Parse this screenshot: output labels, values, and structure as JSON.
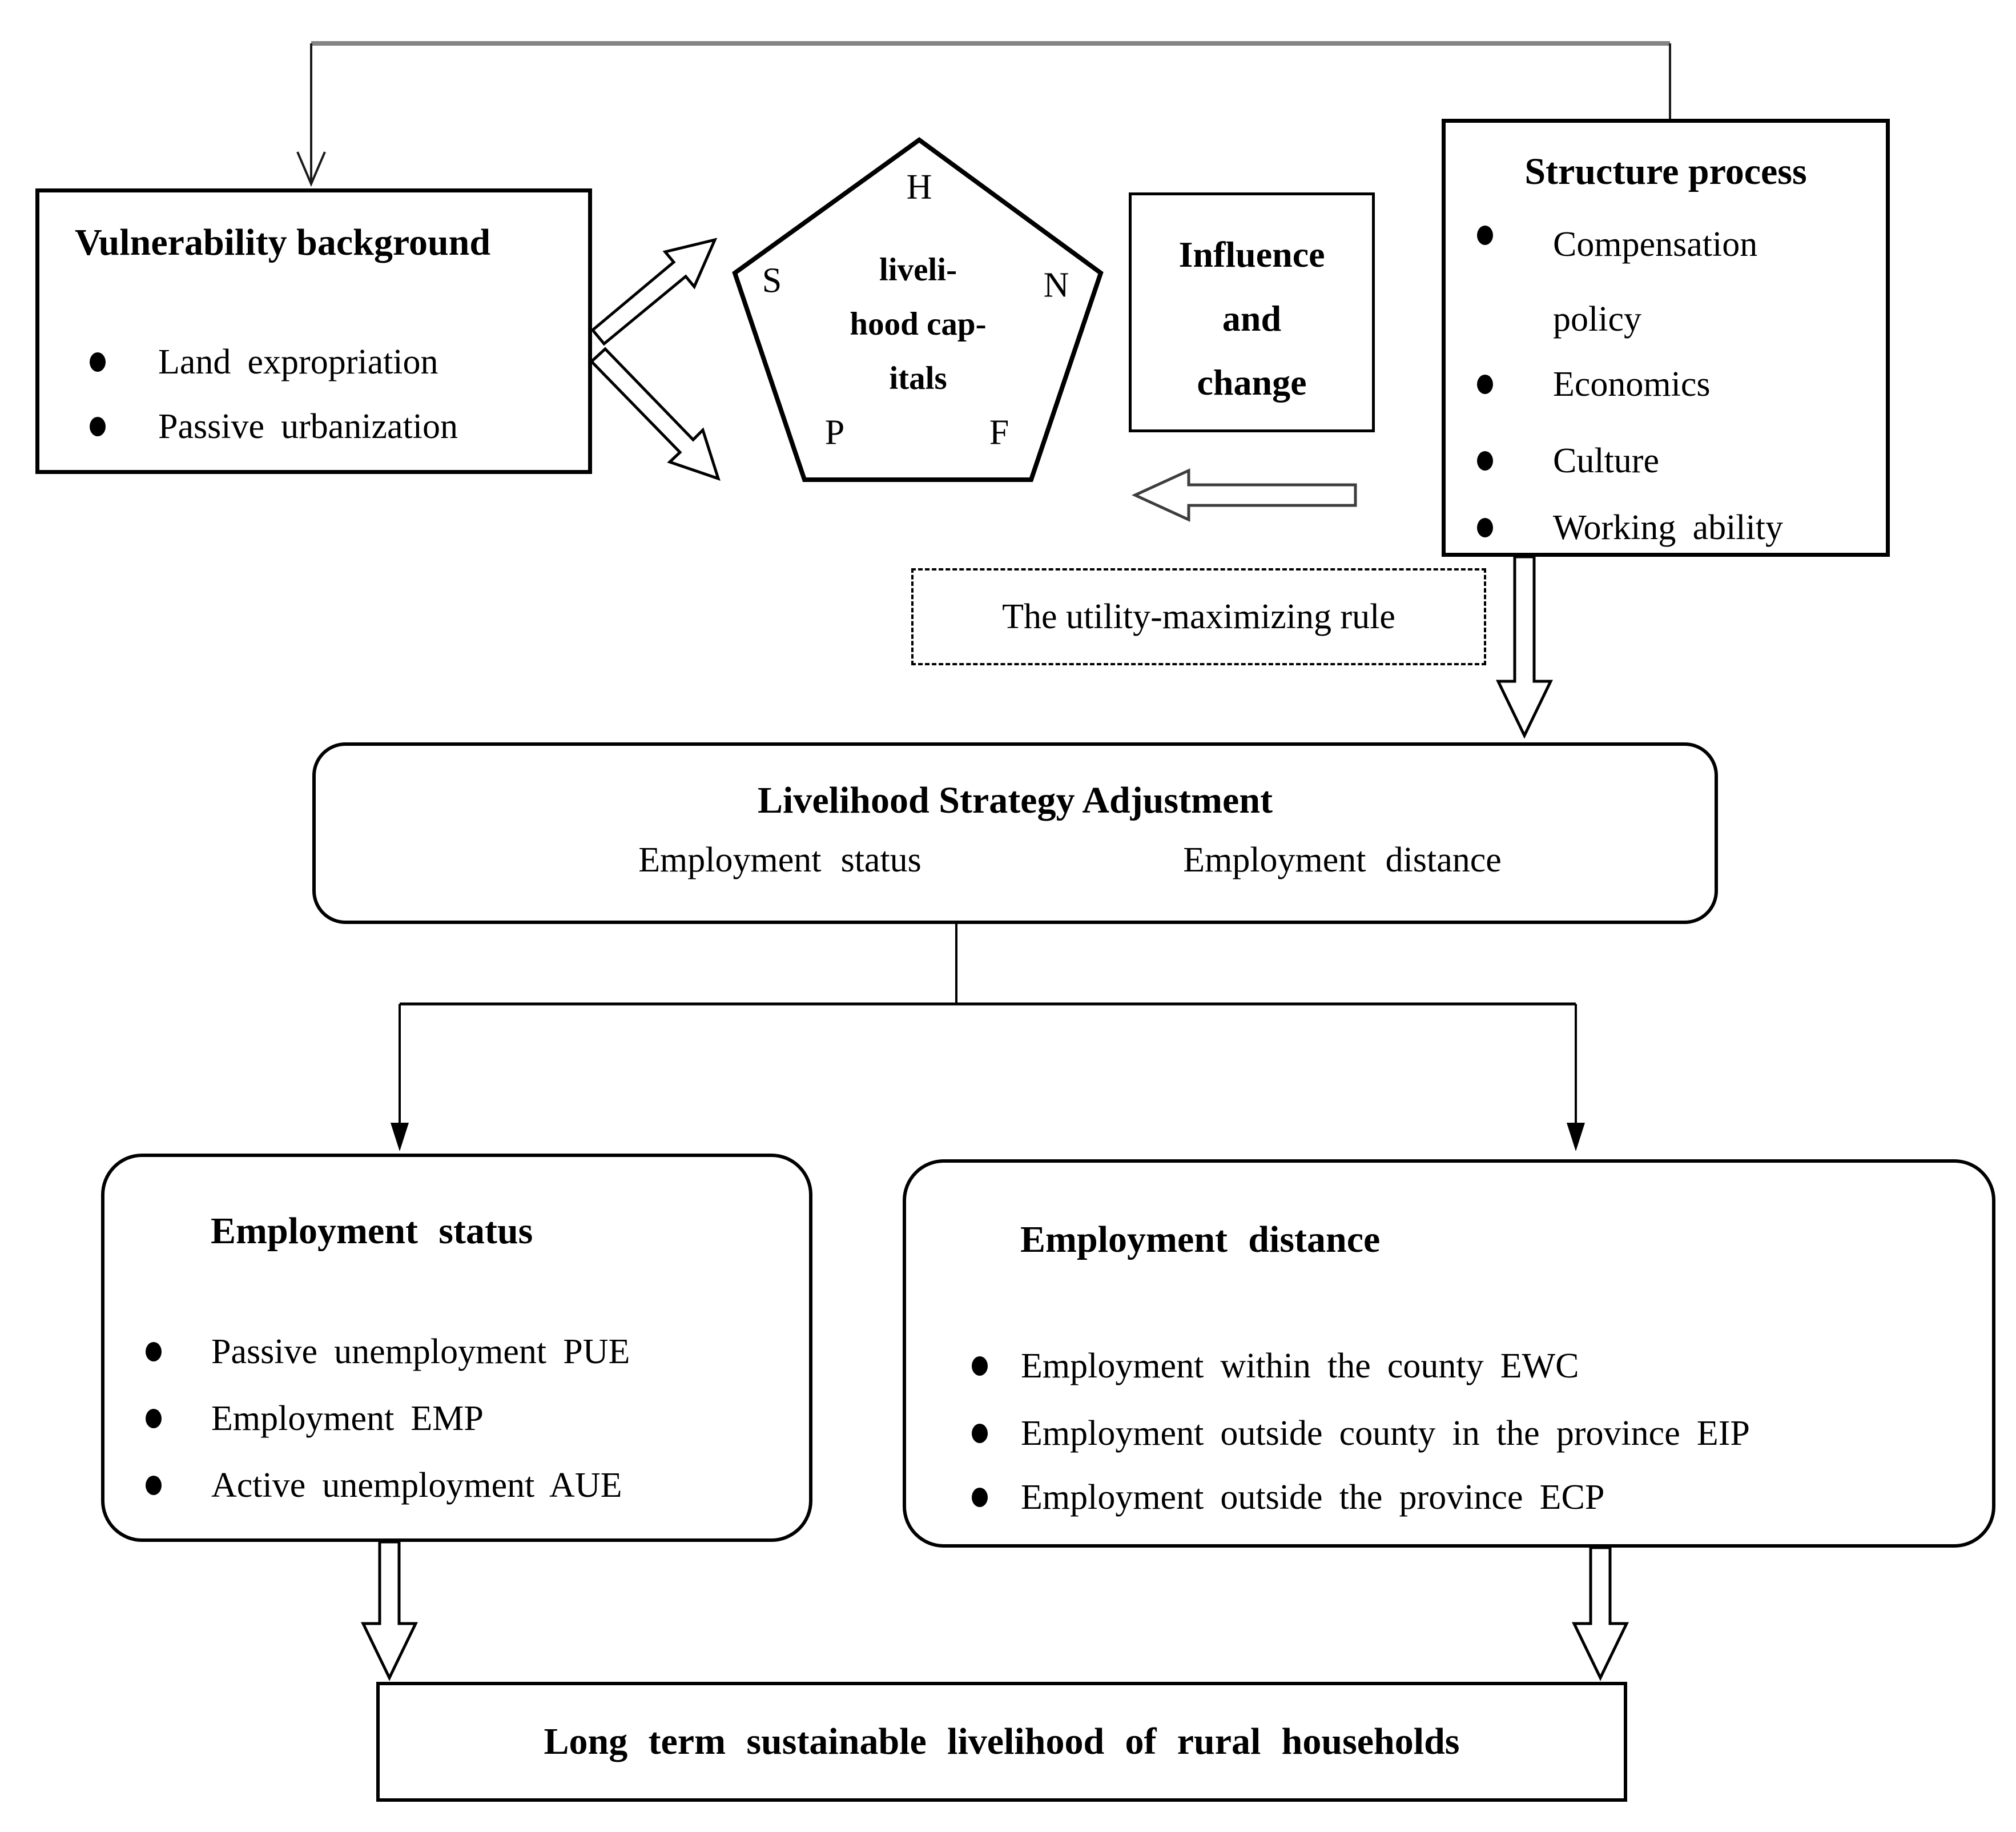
{
  "diagram": {
    "vulnerability_box": {
      "title": "Vulnerability background",
      "items": [
        "Land expropriation",
        "Passive urbanization"
      ]
    },
    "livelihood_pentagon": {
      "center_lines": [
        "liveli-",
        "hood cap-",
        "itals"
      ],
      "vertex_labels": {
        "top": "H",
        "left": "S",
        "right": "N",
        "bottom_left": "P",
        "bottom_right": "F"
      }
    },
    "influence_box": {
      "lines": [
        "Influence",
        "and",
        "change"
      ]
    },
    "structure_box": {
      "title": "Structure process",
      "items": [
        "Compensation policy",
        "Economics",
        "Culture",
        "Working ability"
      ]
    },
    "rule_box": {
      "label": "The utility-maximizing rule"
    },
    "strategy_box": {
      "title": "Livelihood Strategy Adjustment",
      "left_option": "Employment status",
      "right_option": "Employment distance"
    },
    "status_box": {
      "title": "Employment status",
      "items": [
        "Passive unemployment PUE",
        "Employment EMP",
        "Active unemployment AUE"
      ]
    },
    "distance_box": {
      "title": "Employment distance",
      "items": [
        "Employment within the county EWC",
        "Employment outside county in the province EIP",
        "Employment outside the province ECP"
      ]
    },
    "outcome_box": {
      "title": "Long term sustainable livelihood of rural households"
    },
    "colors": {
      "ink": "#000000",
      "connector_gray": "#848484",
      "background": "#ffffff"
    }
  }
}
